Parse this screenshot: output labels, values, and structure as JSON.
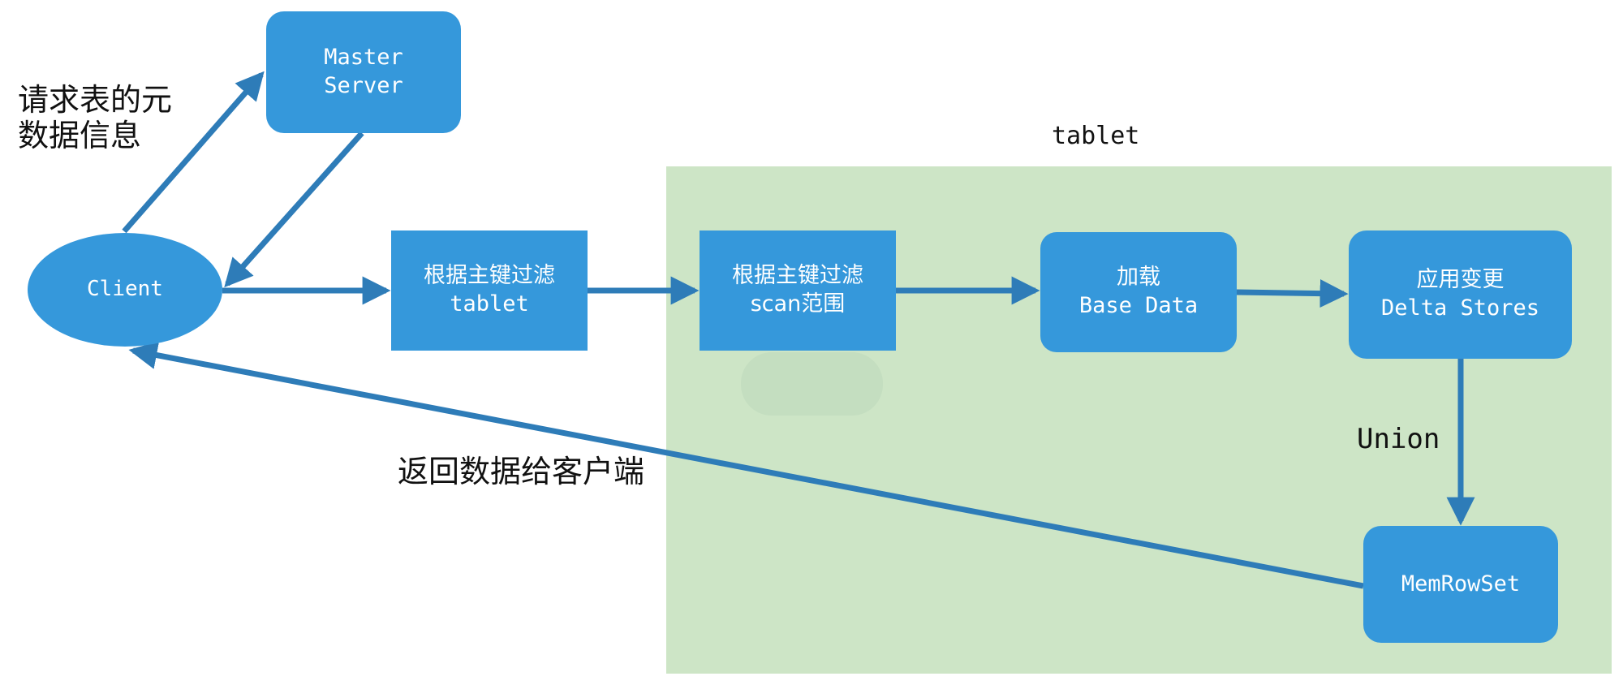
{
  "diagram": {
    "region_label": "tablet",
    "nodes": {
      "master": {
        "line1": "Master",
        "line2": "Server"
      },
      "client": {
        "label": "Client"
      },
      "filter_tablet": {
        "line1": "根据主键过滤",
        "line2": "tablet"
      },
      "filter_scan": {
        "line1": "根据主键过滤",
        "line2": "scan范围"
      },
      "load": {
        "line1": "加载",
        "line2": "Base Data"
      },
      "apply": {
        "line1": "应用变更",
        "line2": "Delta Stores"
      },
      "memrowset": {
        "label": "MemRowSet"
      }
    },
    "labels": {
      "request_line1": "请求表的元",
      "request_line2": "数据信息",
      "return": "返回数据给客户端",
      "union": "Union"
    },
    "edges": [
      {
        "id": "client-to-master",
        "from": "client",
        "to": "master"
      },
      {
        "id": "master-to-client",
        "from": "master",
        "to": "client"
      },
      {
        "id": "client-to-filter-tablet",
        "from": "client",
        "to": "filter_tablet"
      },
      {
        "id": "filter-tablet-to-filter-scan",
        "from": "filter_tablet",
        "to": "filter_scan"
      },
      {
        "id": "filter-scan-to-load",
        "from": "filter_scan",
        "to": "load"
      },
      {
        "id": "load-to-apply",
        "from": "load",
        "to": "apply"
      },
      {
        "id": "apply-to-memrowset",
        "from": "apply",
        "to": "memrowset",
        "label": "Union"
      },
      {
        "id": "memrowset-to-client",
        "from": "memrowset",
        "to": "client",
        "label": "返回数据给客户端"
      }
    ],
    "colors": {
      "node_fill": "#3598db",
      "edge": "#2e7cb8",
      "region_fill": "#cde5c6",
      "node_text": "#ffffff"
    }
  }
}
